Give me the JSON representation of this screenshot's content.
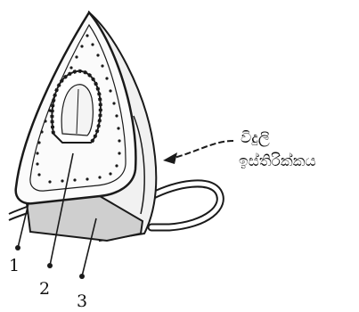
{
  "diagram": {
    "subject": "steam-iron",
    "callout_label": {
      "line1": "විදුලි",
      "line2": "ඉස්තිරික්කය"
    },
    "markers": [
      {
        "id": "marker-1",
        "label": "1"
      },
      {
        "id": "marker-2",
        "label": "2"
      },
      {
        "id": "marker-3",
        "label": "3"
      }
    ]
  }
}
